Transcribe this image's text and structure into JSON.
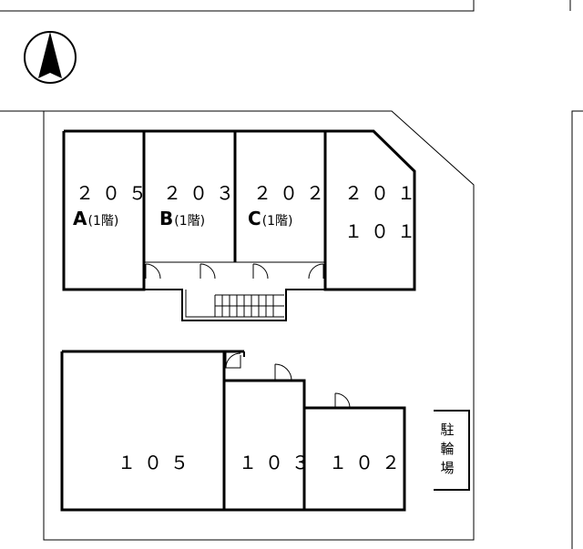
{
  "north_arrow": {
    "icon": "north-arrow-icon"
  },
  "rooms": {
    "r205": {
      "number": "２０５",
      "unit": "A",
      "floor": "(1階)"
    },
    "r203": {
      "number": "２０３",
      "unit": "B",
      "floor": "(1階)"
    },
    "r202": {
      "number": "２０２",
      "unit": "C",
      "floor": "(1階)"
    },
    "r201": {
      "number": "２０１",
      "lower": "１０１"
    },
    "r105": {
      "number": "１０５"
    },
    "r103": {
      "number": "１０３"
    },
    "r102": {
      "number": "１０２"
    }
  },
  "bicycle_parking": {
    "label": "駐輪場"
  }
}
